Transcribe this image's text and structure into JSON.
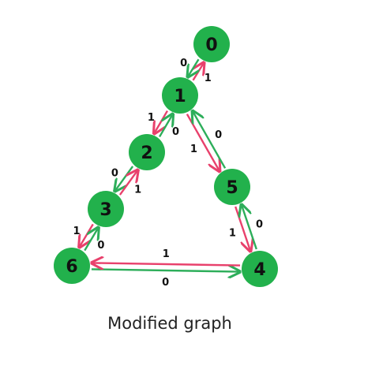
{
  "caption": "Modified graph",
  "colors": {
    "node": "#22b14c",
    "weight_one_edge": "#e8416c",
    "weight_zero_edge": "#2dae5a"
  },
  "nodes": [
    {
      "id": "0",
      "label": "0"
    },
    {
      "id": "1",
      "label": "1"
    },
    {
      "id": "2",
      "label": "2"
    },
    {
      "id": "3",
      "label": "3"
    },
    {
      "id": "4",
      "label": "4"
    },
    {
      "id": "5",
      "label": "5"
    },
    {
      "id": "6",
      "label": "6"
    }
  ],
  "edges": [
    {
      "from": "1",
      "to": "0",
      "weight": "1"
    },
    {
      "from": "0",
      "to": "1",
      "weight": "0"
    },
    {
      "from": "1",
      "to": "2",
      "weight": "1"
    },
    {
      "from": "2",
      "to": "1",
      "weight": "0"
    },
    {
      "from": "2",
      "to": "3",
      "weight": "0"
    },
    {
      "from": "3",
      "to": "2",
      "weight": "1"
    },
    {
      "from": "3",
      "to": "6",
      "weight": "1"
    },
    {
      "from": "6",
      "to": "3",
      "weight": "0"
    },
    {
      "from": "1",
      "to": "5",
      "weight": "1"
    },
    {
      "from": "5",
      "to": "1",
      "weight": "0"
    },
    {
      "from": "5",
      "to": "4",
      "weight": "1"
    },
    {
      "from": "4",
      "to": "5",
      "weight": "0"
    },
    {
      "from": "6",
      "to": "4",
      "weight": "0"
    },
    {
      "from": "4",
      "to": "6",
      "weight": "1"
    }
  ]
}
